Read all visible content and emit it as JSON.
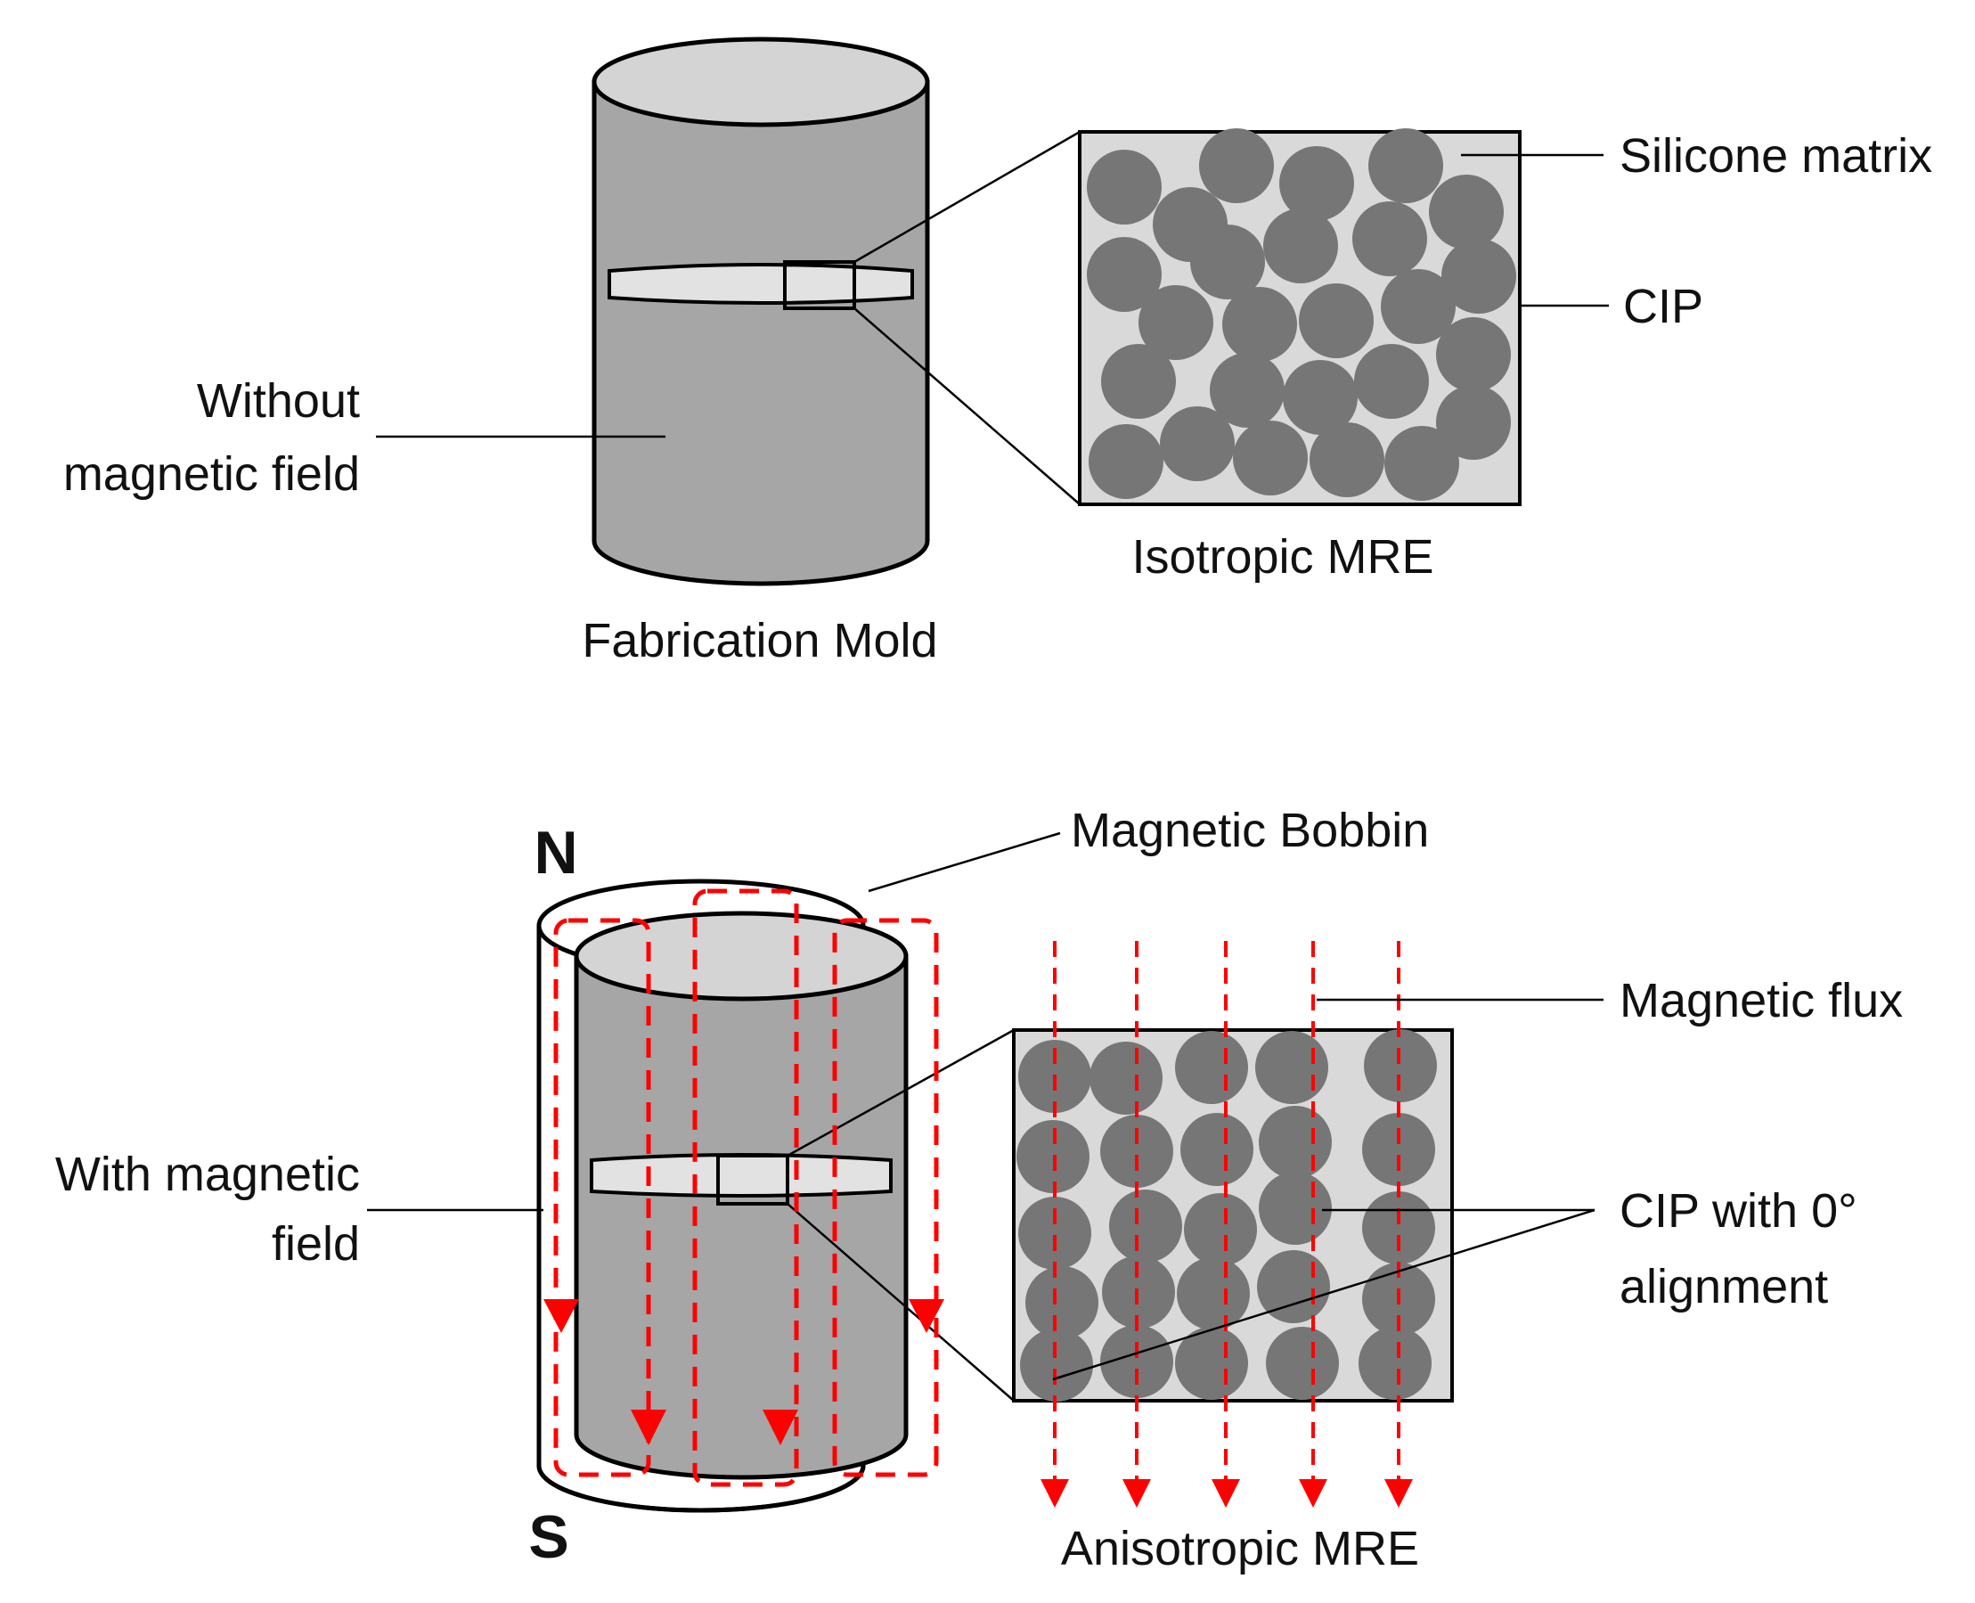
{
  "top_panel": {
    "mold_label": "Fabrication Mold",
    "condition_label": [
      "Without",
      "magnetic field"
    ],
    "sample_label": "Isotropic MRE",
    "matrix_label": "Silicone matrix",
    "particle_label": "CIP"
  },
  "bottom_panel": {
    "north_pole": "N",
    "south_pole": "S",
    "bobbin_label": "Magnetic Bobbin",
    "condition_label": [
      "With magnetic",
      "field"
    ],
    "flux_label": "Magnetic flux",
    "particle_label": [
      "CIP with 0°",
      "alignment"
    ],
    "sample_label": "Anisotropic MRE"
  },
  "colors": {
    "mold_body": "#a6a6a6",
    "mold_top": "#d4d4d4",
    "particle": "#767676",
    "matrix": "#d9d9d9",
    "flux": "#ff0000",
    "outline": "#000000"
  }
}
